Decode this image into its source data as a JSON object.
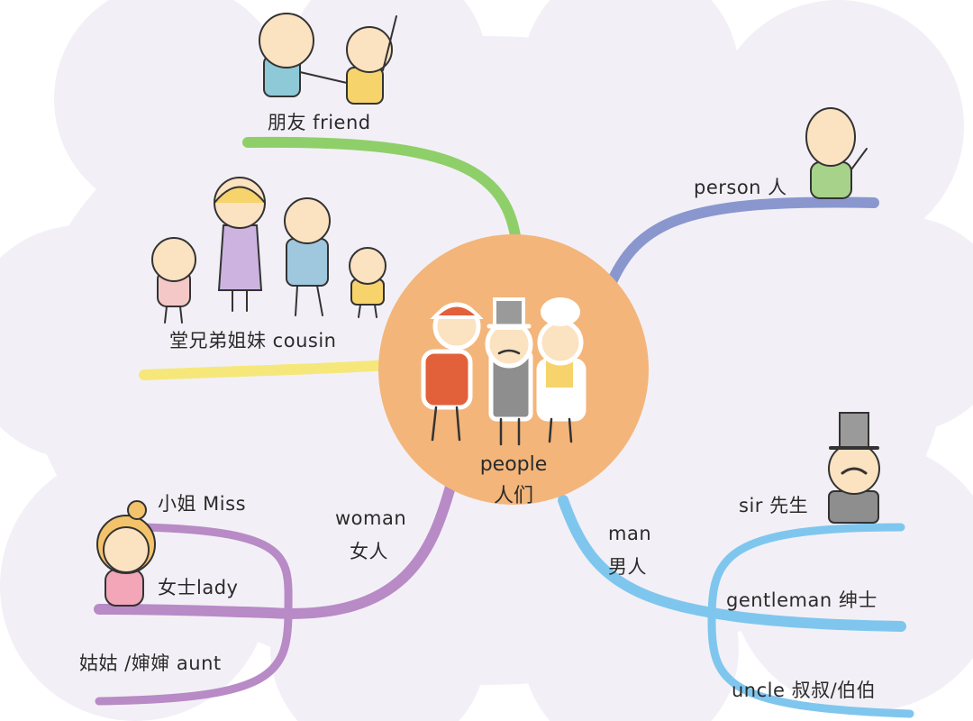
{
  "center": {
    "title": "people",
    "subtitle": "人们",
    "color": "#f3b57a"
  },
  "branches": {
    "friend": {
      "label": "朋友 friend",
      "color": "#8fcf6a"
    },
    "person": {
      "label": "person 人",
      "color": "#8a97cf"
    },
    "cousin": {
      "label": "堂兄弟姐妹 cousin",
      "color": "#f6e77a"
    },
    "woman": {
      "label_en": "woman",
      "label_zh": "女人",
      "color": "#b88ac6"
    },
    "man": {
      "label_en": "man",
      "label_zh": "男人",
      "color": "#7fc6ee"
    }
  },
  "woman_children": {
    "miss": "小姐 Miss",
    "lady": "女士lady",
    "aunt": "姑姑 /婶婶 aunt"
  },
  "man_children": {
    "sir": "sir 先生",
    "gentleman": "gentleman 绅士",
    "uncle": "uncle 叔叔/伯伯"
  },
  "colors": {
    "cloud": "#f2f0f6",
    "ink": "#2b2b2b"
  }
}
